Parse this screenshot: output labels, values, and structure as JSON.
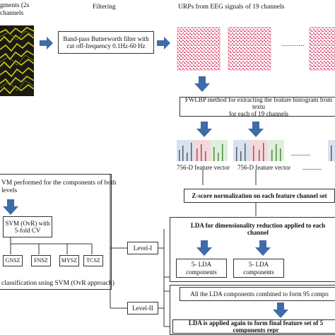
{
  "headings": {
    "segments": "gments (2s\nchannels",
    "filtering": "Filtering",
    "urps": "URPs from EEG signals of 19 channels"
  },
  "boxes": {
    "filter": "Band-pass Butterworth filter with\ncut off-frequency 0.1Hz-60 Hz",
    "fwlbp": "FWLBP method for extracting the feature histogram from textu\nfor each of 19 channels",
    "zscore": "Z-score normalization on each feature channel set",
    "lda_reduction": "LDA for dimensionality reduction applied to each channel",
    "lda_comp_1": "5- LDA\ncomponents",
    "lda_comp_2": "5- LDA\ncomponents",
    "combined": "All the LDA components combined to form 95 compo",
    "final": "LDA is applied again to form final feature set of 5 components repr",
    "svm_components": "VM performed for the components of both\nlevels",
    "svm_ovr": "SVM (OvR) with\n5-fold CV",
    "level_1": "Level-I",
    "level_2": "Level-II"
  },
  "feature_vector_labels": [
    "756-D feature vector",
    "756-D feature vector"
  ],
  "ellipses": [
    "............",
    "............",
    "............"
  ],
  "classes": [
    "GNSZ",
    "FNSZ",
    "MYSZ",
    "TCSZ"
  ],
  "classification_caption": "classification using SVM (OvR approach)",
  "colors": {
    "arrow": "#3f6ba8",
    "urp_pink": "#e46b8c",
    "eeg_yellow": "#e3e01c",
    "border": "#333333"
  }
}
